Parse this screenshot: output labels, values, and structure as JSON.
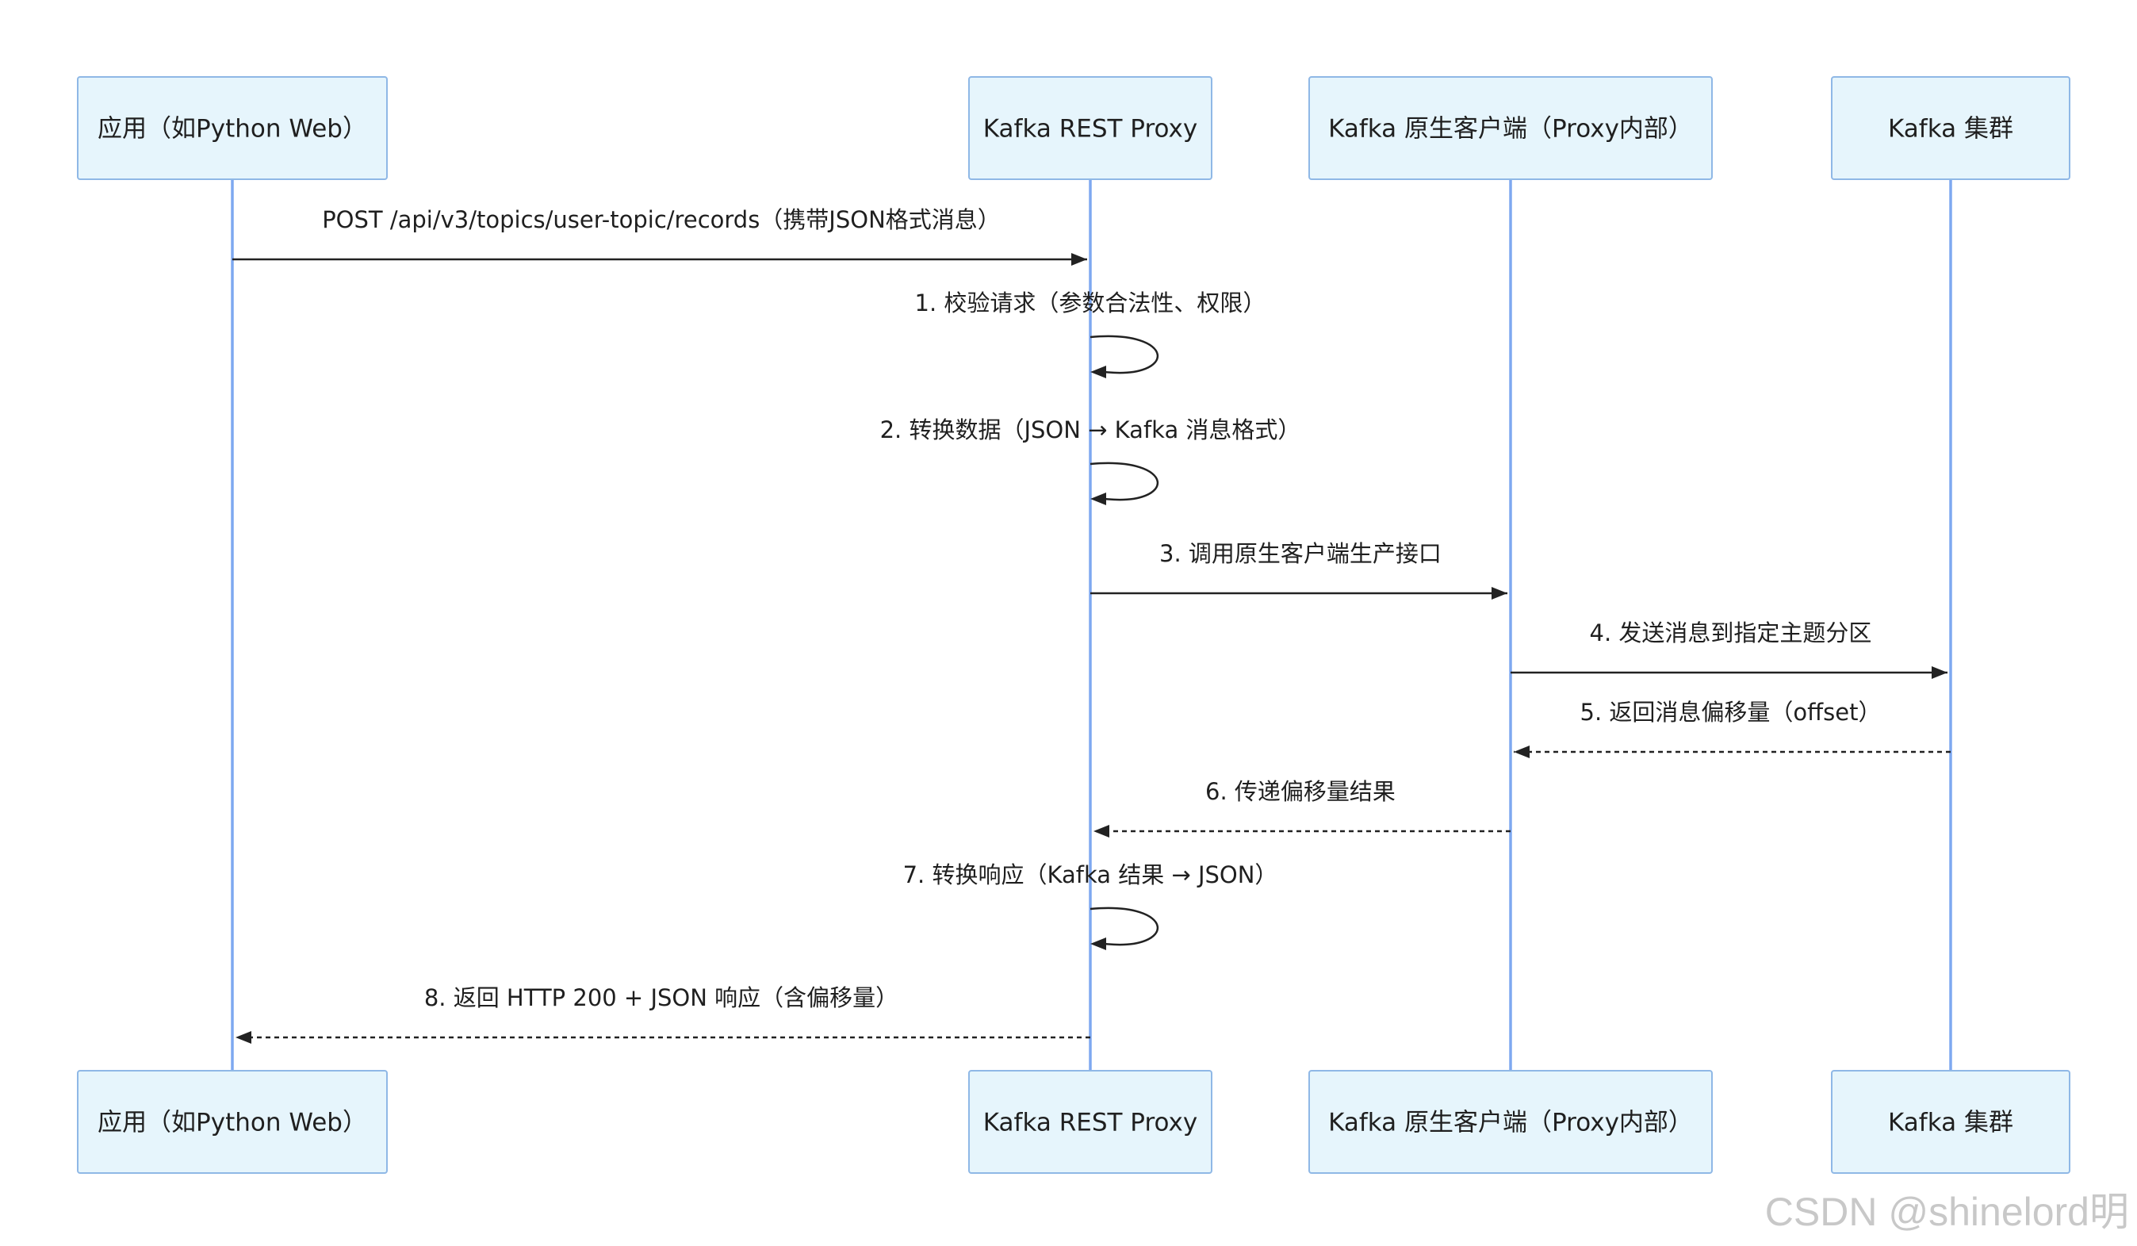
{
  "participants": [
    {
      "id": "app",
      "label": "应用（如Python Web）"
    },
    {
      "id": "proxy",
      "label": "Kafka REST Proxy"
    },
    {
      "id": "client",
      "label": "Kafka 原生客户端（Proxy内部）"
    },
    {
      "id": "cluster",
      "label": "Kafka 集群"
    }
  ],
  "messages": [
    {
      "from": "app",
      "to": "proxy",
      "label": "POST /api/v3/topics/user-topic/records（携带JSON格式消息）",
      "style": "solid"
    },
    {
      "from": "proxy",
      "to": "proxy",
      "label": "1. 校验请求（参数合法性、权限）",
      "style": "solid"
    },
    {
      "from": "proxy",
      "to": "proxy",
      "label": "2. 转换数据（JSON → Kafka 消息格式）",
      "style": "solid"
    },
    {
      "from": "proxy",
      "to": "client",
      "label": "3. 调用原生客户端生产接口",
      "style": "solid"
    },
    {
      "from": "client",
      "to": "cluster",
      "label": "4. 发送消息到指定主题分区",
      "style": "solid"
    },
    {
      "from": "cluster",
      "to": "client",
      "label": "5. 返回消息偏移量（offset）",
      "style": "dashed"
    },
    {
      "from": "client",
      "to": "proxy",
      "label": "6. 传递偏移量结果",
      "style": "dashed"
    },
    {
      "from": "proxy",
      "to": "proxy",
      "label": "7. 转换响应（Kafka 结果 → JSON）",
      "style": "solid"
    },
    {
      "from": "proxy",
      "to": "app",
      "label": "8. 返回 HTTP 200 + JSON 响应（含偏移量）",
      "style": "dashed"
    }
  ],
  "watermark": "CSDN @shinelord明"
}
